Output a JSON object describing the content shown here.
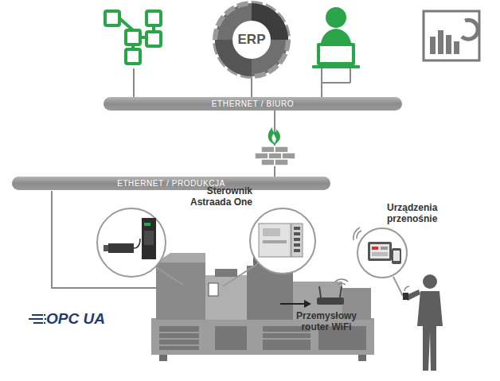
{
  "diagram": {
    "nodes": [
      {
        "text": [
          "ERP"
        ]
      },
      {
        "text": [
          "ETHERNET / BIURO"
        ]
      },
      {
        "text": [
          "ETHERNET / PRODUKCJA"
        ]
      },
      {
        "text": [
          "Sterownik Astraada One"
        ]
      },
      {
        "text": [
          "Urządzenia przenośnie"
        ]
      }
    ],
    "edges": [
      {
        "from": 0,
        "to": 1,
        "arrow": "none"
      },
      {
        "from": 1,
        "to": 2,
        "arrow": "none"
      }
    ],
    "labels": [
      "OPC UA",
      "Przemysłowy router WiFi"
    ]
  }
}
